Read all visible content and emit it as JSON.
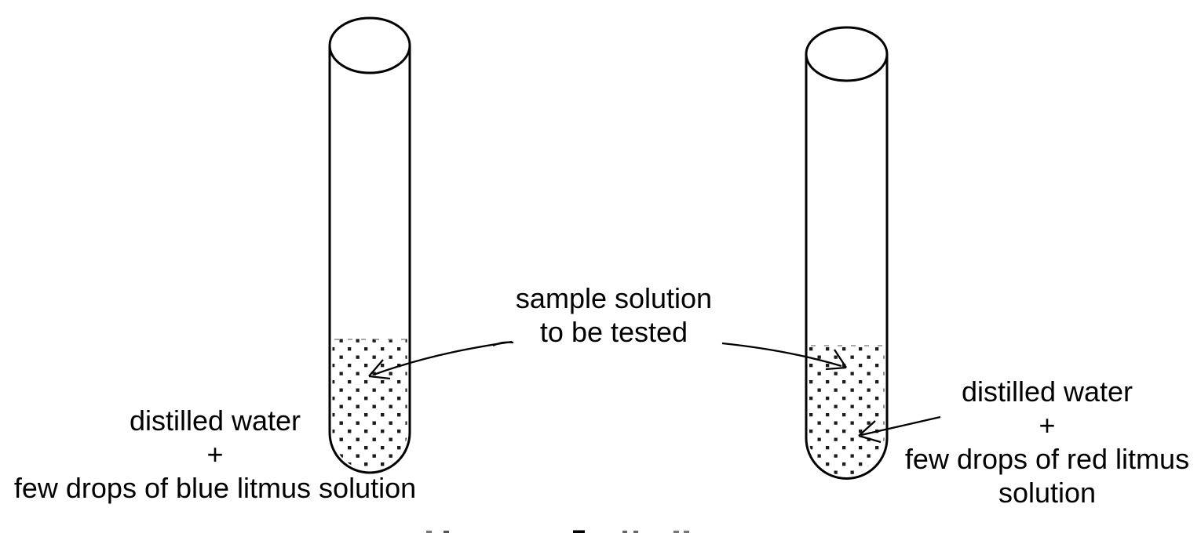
{
  "colors": {
    "background": "#ffffff",
    "ink": "#000000",
    "dot": "#1c1c1c",
    "surface_dash": "#8a8a8a"
  },
  "labels": {
    "sample_solution": {
      "line1": "sample solution",
      "line2": "to be tested"
    },
    "blue_litmus_tube": {
      "line1": "distilled water",
      "line2": "+",
      "line3": "few drops of blue litmus solution"
    },
    "red_litmus_tube": {
      "line1": "distilled water",
      "line2": "+",
      "line3": "few drops of red litmus",
      "line4": "solution"
    }
  }
}
